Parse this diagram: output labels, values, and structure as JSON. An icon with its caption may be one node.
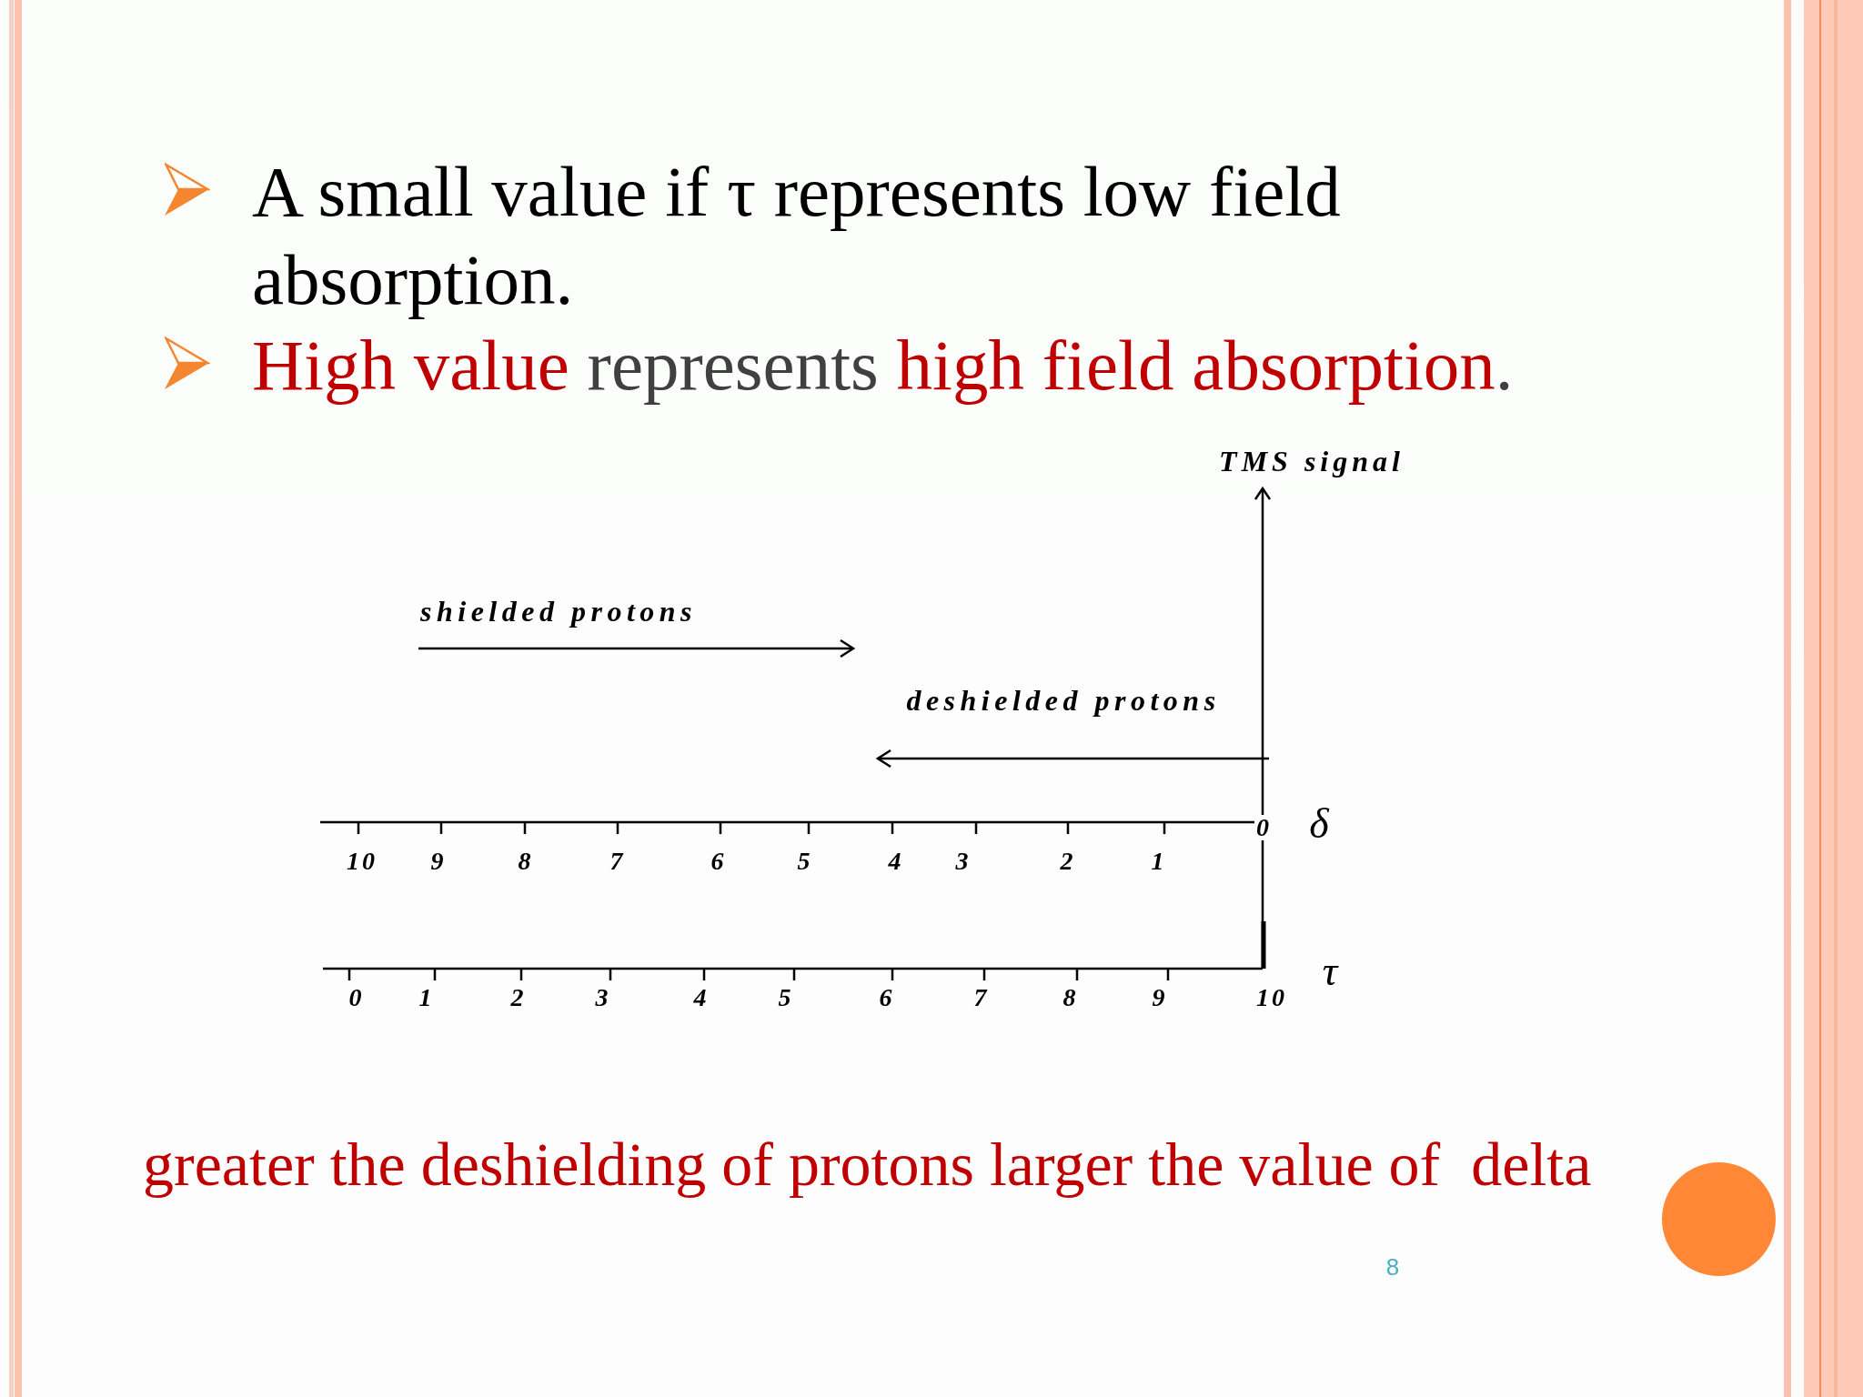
{
  "diagram": {
    "caption": "greater the deshielding of protons larger the value of  delta",
    "labels": [
      "A small value if τ represents low field absorption.",
      "High value represents high field absorption.",
      "TMS signal",
      "shielded protons",
      "deshielded protons",
      "0",
      "δ",
      "10",
      "9",
      "8",
      "7",
      "6",
      "5",
      "4",
      "3",
      "2",
      "1",
      "τ",
      "0",
      "1",
      "2",
      "3",
      "4",
      "5",
      "6",
      "7",
      "8",
      "9",
      "10",
      "8"
    ]
  }
}
